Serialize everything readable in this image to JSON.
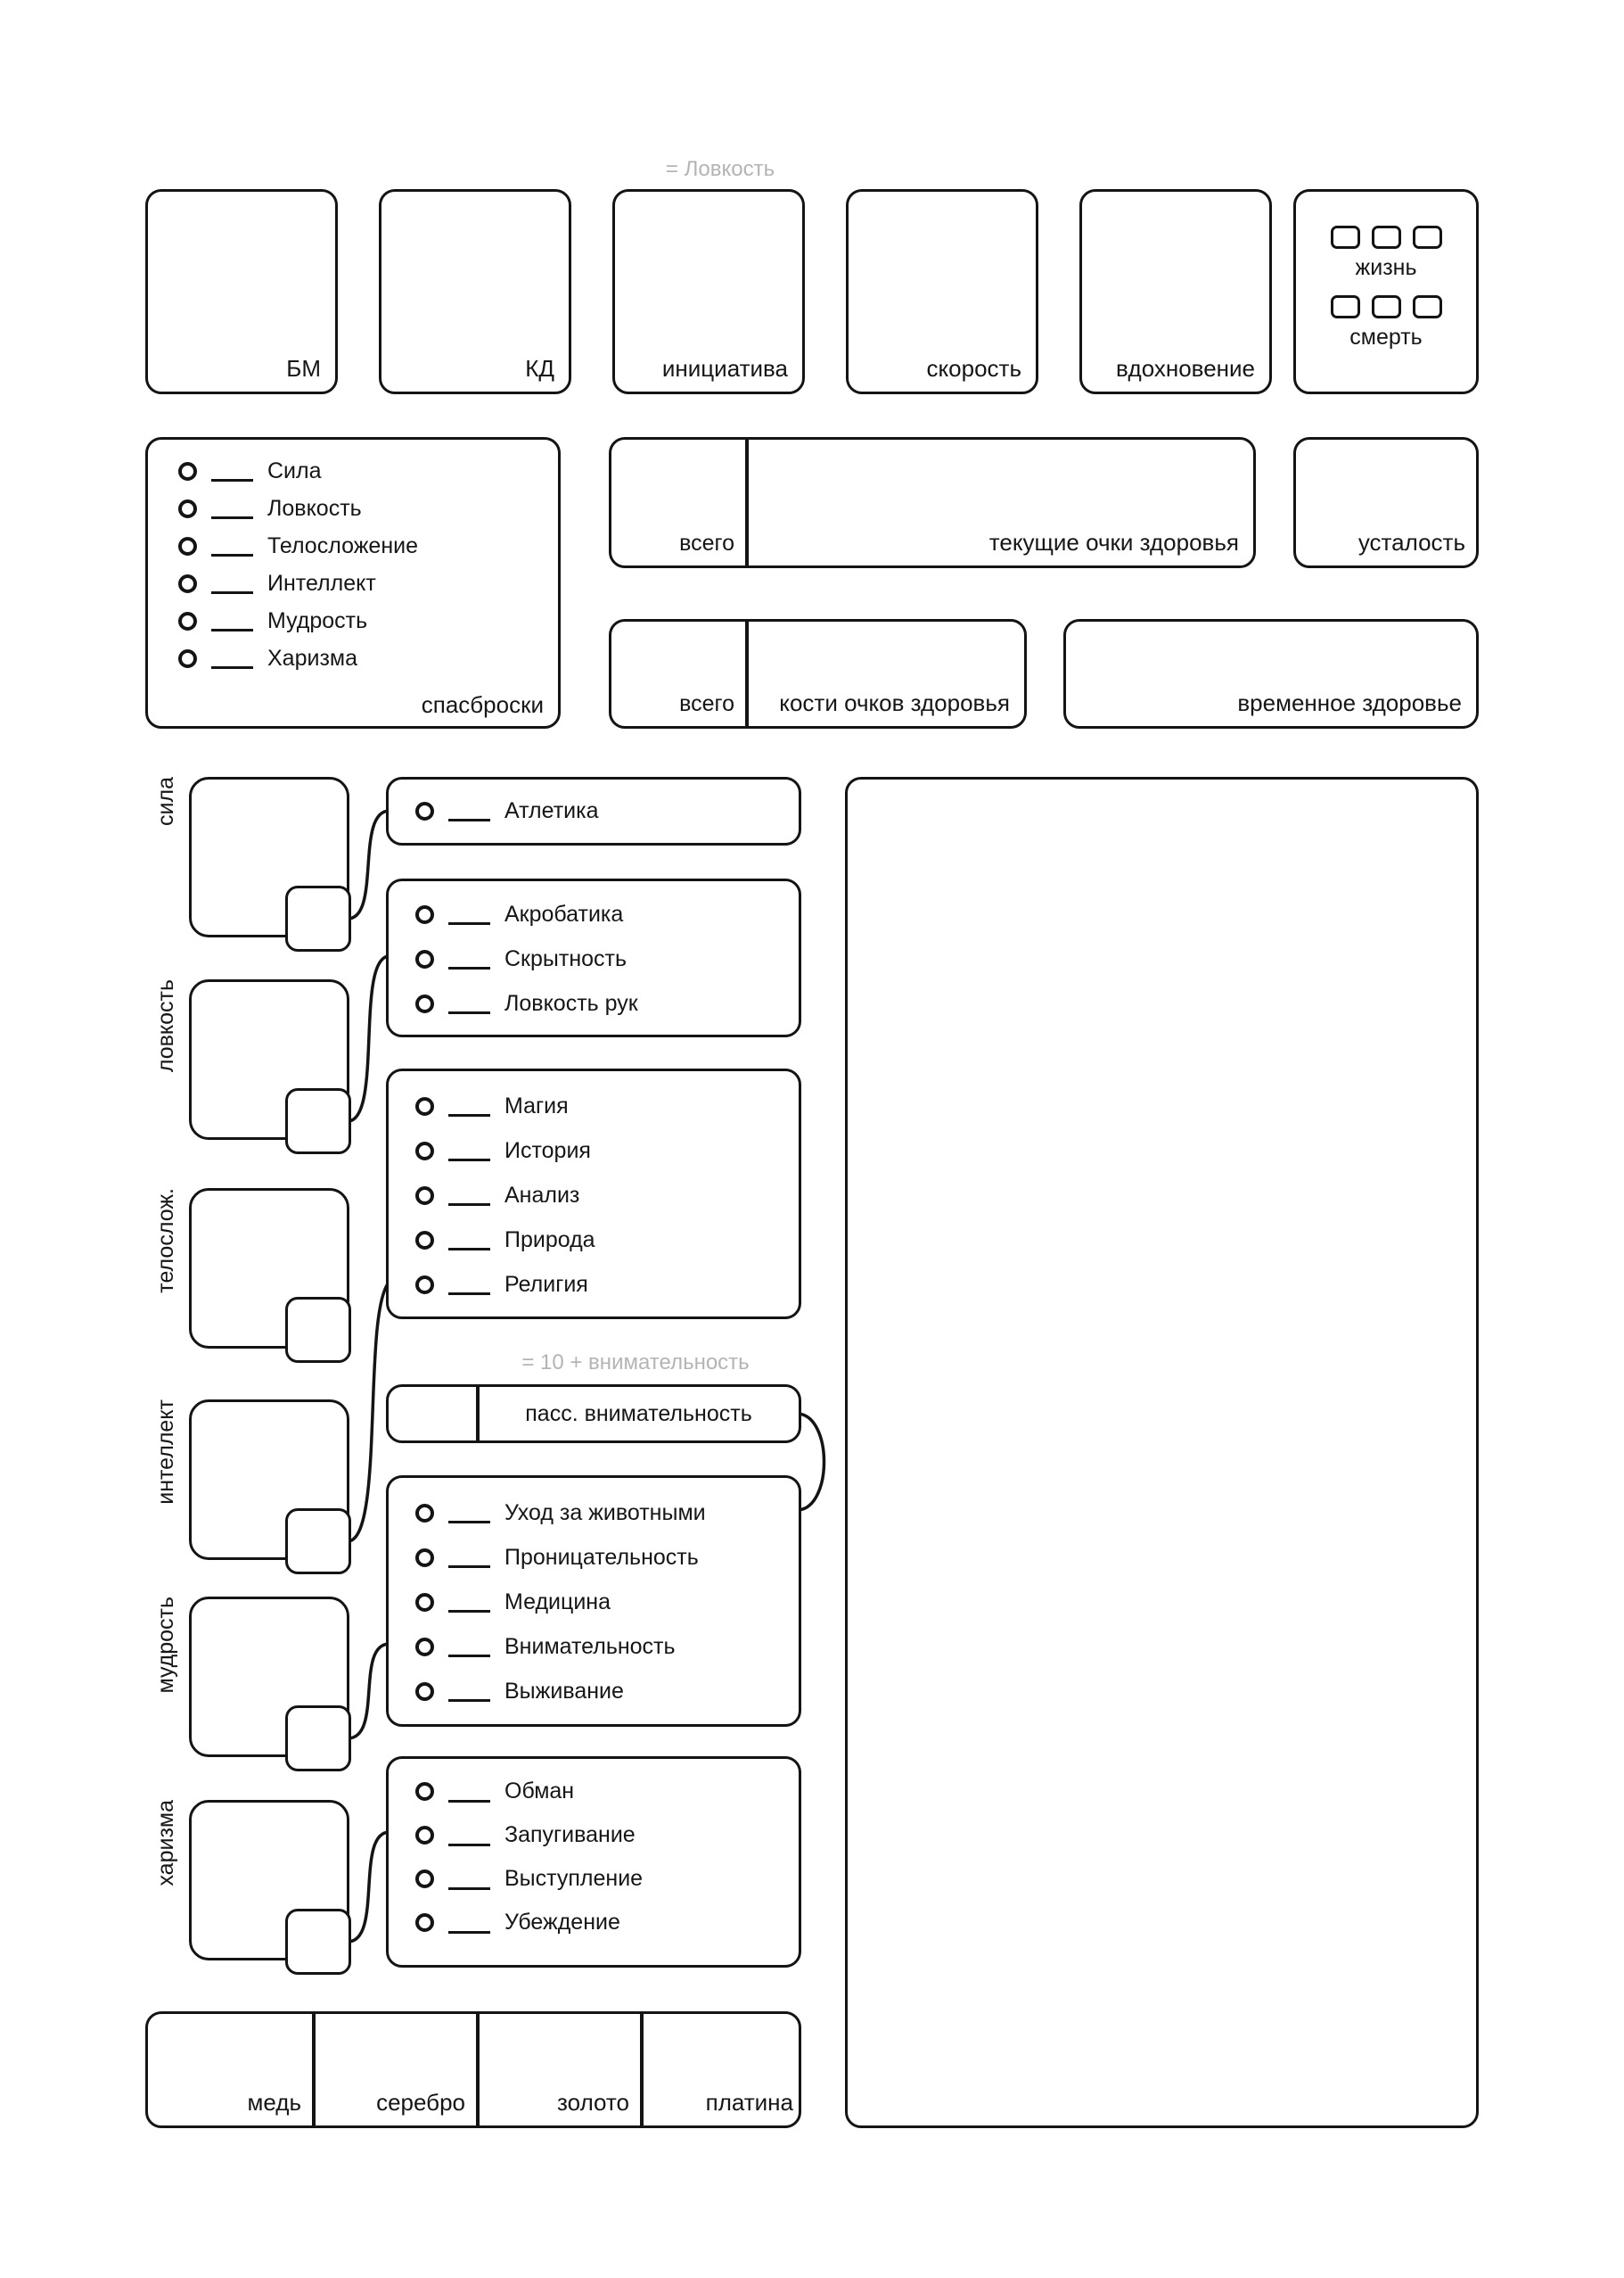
{
  "header": {
    "initiative_hint": "= Ловкость",
    "stat_boxes": [
      {
        "label": "БМ"
      },
      {
        "label": "КД"
      },
      {
        "label": "инициатива"
      },
      {
        "label": "скорость"
      },
      {
        "label": "вдохновение"
      }
    ],
    "life_death": {
      "life": "жизнь",
      "death": "смерть"
    }
  },
  "saving_throws": {
    "items": [
      "Сила",
      "Ловкость",
      "Телосложение",
      "Интеллект",
      "Мудрость",
      "Харизма"
    ],
    "footer": "спасброски"
  },
  "health": {
    "current_total_label": "всего",
    "current_label": "текущие очки здоровья",
    "exhaustion_label": "усталость",
    "hit_dice_total_label": "всего",
    "hit_dice_label": "кости очков здоровья",
    "temp_label": "временное здоровье"
  },
  "abilities": {
    "strength": "сила",
    "dexterity": "ловкость",
    "constitution": "телослож.",
    "intelligence": "интеллект",
    "wisdom": "мудрость",
    "charisma": "харизма"
  },
  "skills": {
    "strength": [
      "Атлетика"
    ],
    "dexterity": [
      "Акробатика",
      "Скрытность",
      "Ловкость рук"
    ],
    "intelligence": [
      "Магия",
      "История",
      "Анализ",
      "Природа",
      "Религия"
    ],
    "wisdom": [
      "Уход за животными",
      "Проницательность",
      "Медицина",
      "Внимательность",
      "Выживание"
    ],
    "charisma": [
      "Обман",
      "Запугивание",
      "Выступление",
      "Убеждение"
    ],
    "passive_perception": {
      "hint": "= 10 + внимательность",
      "label": "пасс. внимательность"
    }
  },
  "currency": [
    "медь",
    "серебро",
    "золото",
    "платина"
  ]
}
